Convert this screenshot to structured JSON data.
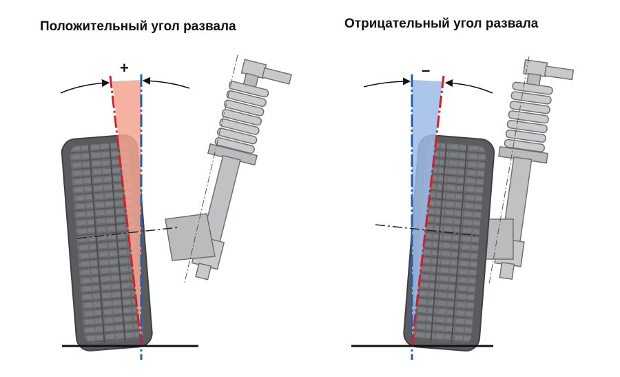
{
  "diagrams": [
    {
      "title": "Положительный угол развала",
      "sign": "+",
      "wedge_color": "#f4a48f",
      "wheel_tilt_deg": 4.5
    },
    {
      "title": "Отрицательный угол развала",
      "sign": "–",
      "wedge_color": "#9dbbe6",
      "wheel_tilt_deg": -4.5
    }
  ],
  "colors": {
    "vertical_axis": "#1f5fb4",
    "wheel_axis": "#d21f2a",
    "tire": "#6b6d70",
    "tire_dark": "#45474a",
    "strut": "#a7a9ac",
    "ground": "#111111"
  }
}
